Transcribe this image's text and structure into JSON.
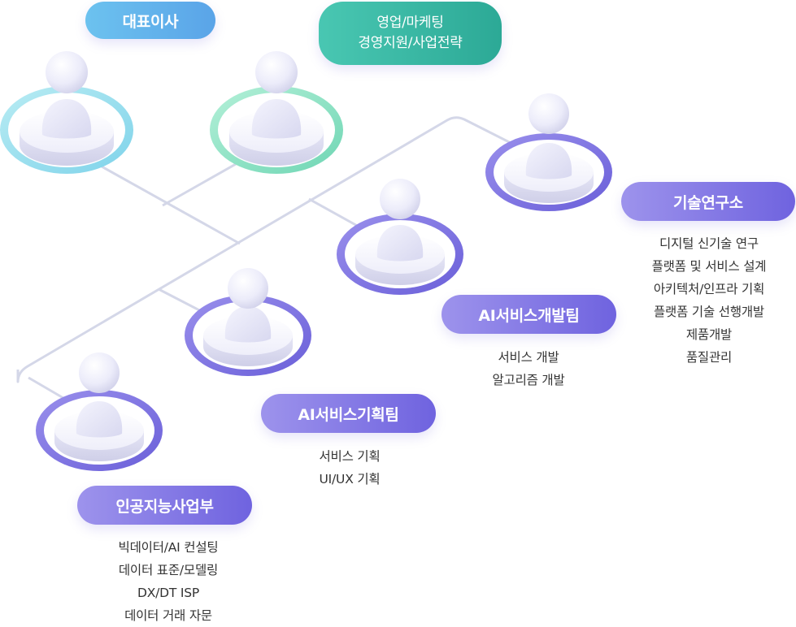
{
  "ceo": {
    "label": "대표이사"
  },
  "business_support": {
    "lines": [
      "영업/마케팅",
      "경영지원/사업전략"
    ]
  },
  "research_lab": {
    "label": "기술연구소",
    "items": [
      "디지털 신기술 연구",
      "플랫폼 및 서비스 설계",
      "아키텍처/인프라 기획",
      "플랫폼 기술 선행개발",
      "제품개발",
      "품질관리"
    ]
  },
  "ai_dev_team": {
    "label": "AI서비스개발팀",
    "items": [
      "서비스 개발",
      "알고리즘 개발"
    ]
  },
  "ai_planning_team": {
    "label": "AI서비스기획팀",
    "items": [
      "서비스 기획",
      "UI/UX 기획"
    ]
  },
  "ai_division": {
    "label": "인공지능사업부",
    "items": [
      "빅데이터/AI 컨설팅",
      "데이터 표준/모델링",
      "DX/DT ISP",
      "데이터 거래 자문"
    ]
  },
  "colors": {
    "line": "#d4d7e8",
    "ring_blue": "#9fe0ee",
    "ring_teal": "#8ee3c6",
    "ring_purple": "#7a6fe0"
  }
}
